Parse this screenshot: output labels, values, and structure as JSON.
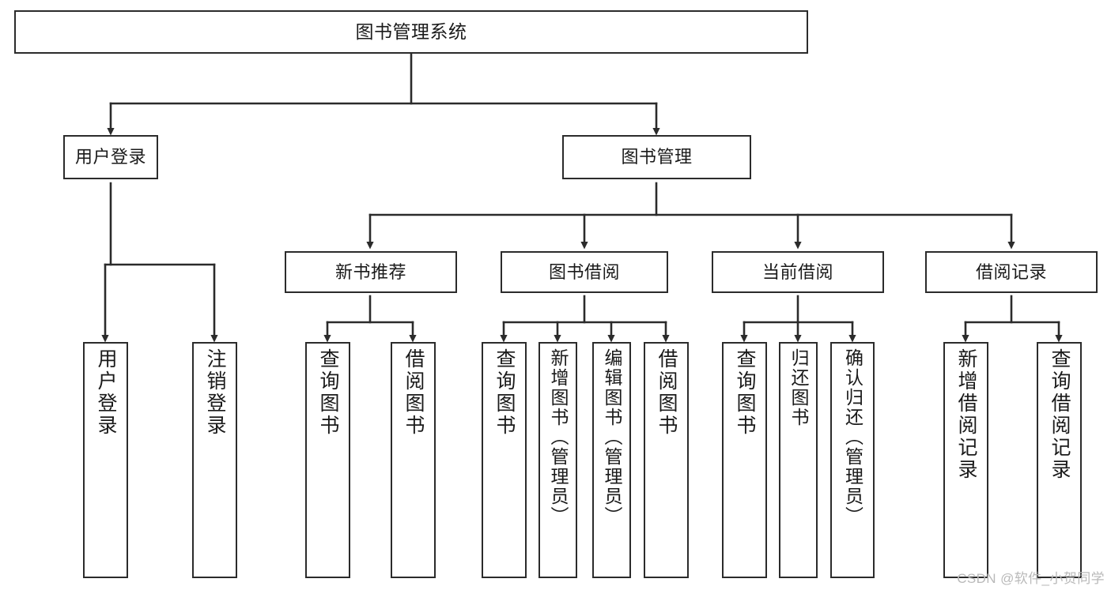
{
  "diagram": {
    "title": "图书管理系统",
    "type": "tree",
    "orientation": "top-down",
    "colors": {
      "background": "#ffffff",
      "node_fill": "#ffffff",
      "node_border": "#2b2b2b",
      "edge": "#2b2b2b",
      "text": "#1a1a1a",
      "watermark": "#b9b9b9"
    }
  },
  "nodes": {
    "root": {
      "label": "图书管理系统",
      "level": 1,
      "orientation": "horizontal"
    },
    "l2": [
      {
        "id": "user-login",
        "label": "用户登录",
        "level": 2,
        "orientation": "horizontal"
      },
      {
        "id": "book-manage",
        "label": "图书管理",
        "level": 2,
        "orientation": "horizontal"
      }
    ],
    "l3": [
      {
        "id": "new-book-rec",
        "label": "新书推荐",
        "level": 3,
        "orientation": "horizontal"
      },
      {
        "id": "book-borrow",
        "label": "图书借阅",
        "level": 3,
        "orientation": "horizontal"
      },
      {
        "id": "current-borrow",
        "label": "当前借阅",
        "level": 3,
        "orientation": "horizontal"
      },
      {
        "id": "borrow-record",
        "label": "借阅记录",
        "level": 3,
        "orientation": "horizontal"
      }
    ],
    "leaves": [
      {
        "id": "leaf-user-login",
        "label": "用户登录",
        "parent": "user-login",
        "orientation": "vertical"
      },
      {
        "id": "leaf-user-logout",
        "label": "注销登录",
        "parent": "user-login",
        "orientation": "vertical"
      },
      {
        "id": "leaf-query-book-1",
        "label": "查询图书",
        "parent": "new-book-rec",
        "orientation": "vertical"
      },
      {
        "id": "leaf-borrow-book-1",
        "label": "借阅图书",
        "parent": "new-book-rec",
        "orientation": "vertical"
      },
      {
        "id": "leaf-query-book-2",
        "label": "查询图书",
        "parent": "book-borrow",
        "orientation": "vertical"
      },
      {
        "id": "leaf-add-book",
        "label": "新增图书（管理员）",
        "parent": "book-borrow",
        "orientation": "vertical"
      },
      {
        "id": "leaf-edit-book",
        "label": "编辑图书（管理员）",
        "parent": "book-borrow",
        "orientation": "vertical"
      },
      {
        "id": "leaf-borrow-book-2",
        "label": "借阅图书",
        "parent": "book-borrow",
        "orientation": "vertical"
      },
      {
        "id": "leaf-query-book-3",
        "label": "查询图书",
        "parent": "current-borrow",
        "orientation": "vertical"
      },
      {
        "id": "leaf-return-book",
        "label": "归还图书",
        "parent": "current-borrow",
        "orientation": "vertical"
      },
      {
        "id": "leaf-confirm-return",
        "label": "确认归还（管理员）",
        "parent": "current-borrow",
        "orientation": "vertical"
      },
      {
        "id": "leaf-add-record",
        "label": "新增借阅记录",
        "parent": "borrow-record",
        "orientation": "vertical"
      },
      {
        "id": "leaf-query-record",
        "label": "查询借阅记录",
        "parent": "borrow-record",
        "orientation": "vertical"
      }
    ]
  },
  "watermark": {
    "text": "CSDN @软件_小贺同学"
  }
}
